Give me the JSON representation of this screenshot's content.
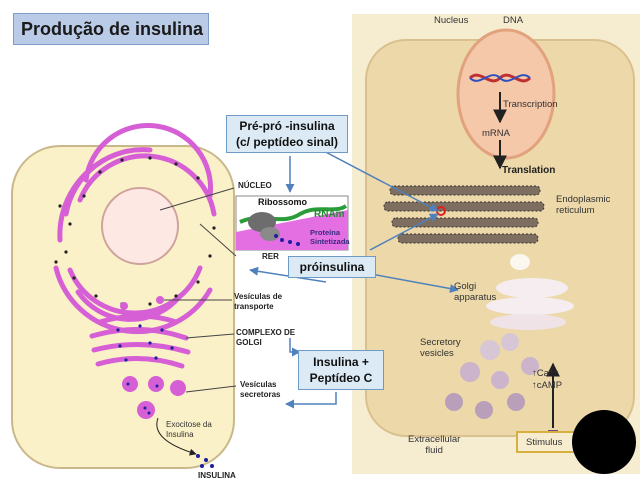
{
  "title": "Produção de insulina",
  "callouts": {
    "preproinsulina_line1": "Pré-pró -insulina",
    "preproinsulina_line2": "(c/ peptídeo sinal)",
    "proinsulina": "próinsulina",
    "insulina_line1": "Insulina +",
    "insulina_line2": "Peptídeo C"
  },
  "left_labels": {
    "nucleo": "NÚCLEO",
    "rer": "RER",
    "vesiculas_transporte_1": "Vesículas de",
    "vesiculas_transporte_2": "transporte",
    "complexo_golgi_1": "COMPLEXO DE",
    "complexo_golgi_2": "GOLGI",
    "vesiculas_secretoras_1": "Vesículas",
    "vesiculas_secretoras_2": "secretoras",
    "exocitose_1": "Exocitose da",
    "exocitose_2": "Insulina",
    "insulina": "INSULINA"
  },
  "inset_labels": {
    "ribossomo": "Ribossomo",
    "rnam": "RNAm",
    "proteina_1": "Proteína",
    "proteina_2": "Sintetizada"
  },
  "right_labels": {
    "nucleus": "Nucleus",
    "dna": "DNA",
    "transcription": "Transcription",
    "mrna": "mRNA",
    "translation": "Translation",
    "er_1": "Endoplasmic",
    "er_2": "reticulum",
    "golgi_1": "Golgi",
    "golgi_2": "apparatus",
    "secretory_1": "Secretory",
    "secretory_2": "vesicles",
    "ca": "Ca⁺⁺",
    "camp": "cAMP",
    "extracellular_1": "Extracellular",
    "extracellular_2": "fluid",
    "stimulus": "Stimulus"
  },
  "colors": {
    "title_bg": "#b9cbe6",
    "callout_bg": "#dbeaf4",
    "cell_left": "#fbf1c8",
    "cell_right": "#f2e2ba",
    "membranes_left": "#d65fd6",
    "arrows": "#4f81bd"
  }
}
